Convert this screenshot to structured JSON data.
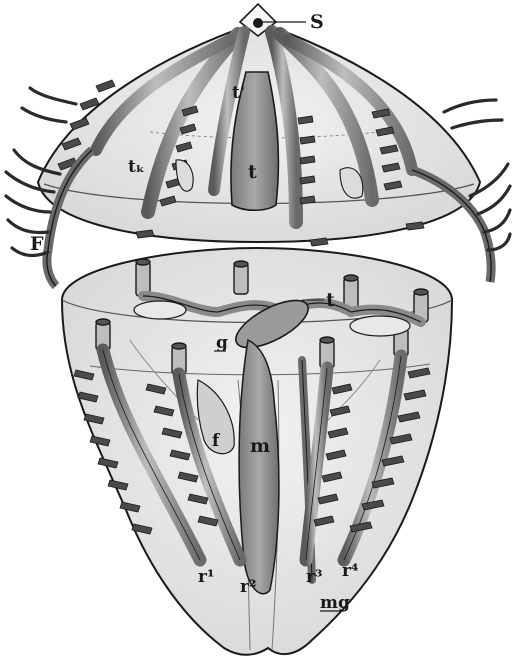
{
  "figure": {
    "labels": {
      "s": "S",
      "t_prime": "t'",
      "t_top": "t",
      "tk": "tₖ",
      "f": "F",
      "t_lower": "t",
      "g": "g",
      "f_small": "f",
      "m": "m",
      "r1": "r¹",
      "r2": "r²",
      "r3": "r³",
      "r4": "r⁴",
      "mg": "mg"
    },
    "colors": {
      "ink": "#1a1a1a",
      "body": "#e6e6e6",
      "shade": "#8a8a8a",
      "dark": "#4a4a4a",
      "background": "#ffffff"
    }
  }
}
